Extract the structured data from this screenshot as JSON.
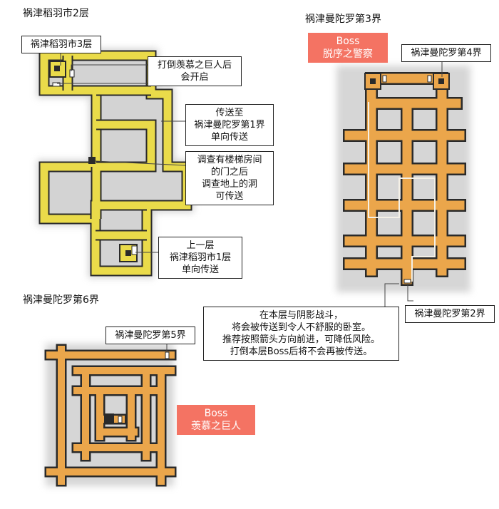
{
  "titles": {
    "map_2f": "祸津稻羽市2层",
    "map_3f": "祸津稻羽市3层",
    "map_m3": "祸津曼陀罗第3界",
    "map_m4": "祸津曼陀罗第4界",
    "map_m2": "祸津曼陀罗第2界",
    "map_m6": "祸津曼陀罗第6界",
    "map_m5": "祸津曼陀罗第5界"
  },
  "notes": {
    "open_after": [
      "打倒羡慕之巨人后",
      "会开启"
    ],
    "teleport_m1": [
      "传送至",
      "祸津曼陀罗第1界",
      "单向传送"
    ],
    "investigate": [
      "调查有楼梯房间",
      "的门之后",
      "调查地上的洞",
      "可传送"
    ],
    "upstairs": [
      "上一层",
      "祸津稻羽市1层",
      "单向传送"
    ],
    "shadow_fight": [
      "在本层与阴影战斗，",
      "将会被传送到令人不舒服的卧室。",
      "推荐按照箭头方向前进，可降低风险。",
      "打倒本层Boss后将不会再被传送。"
    ]
  },
  "bosses": {
    "boss_police": [
      "Boss",
      "脱序之警察"
    ],
    "boss_giant": [
      "Boss",
      "羡慕之巨人"
    ]
  },
  "colors": {
    "yellow_fill": "#eadb4a",
    "orange_fill": "#eba64b",
    "corridor_border": "#2a2a2a",
    "boss_badge": "#f47363"
  }
}
